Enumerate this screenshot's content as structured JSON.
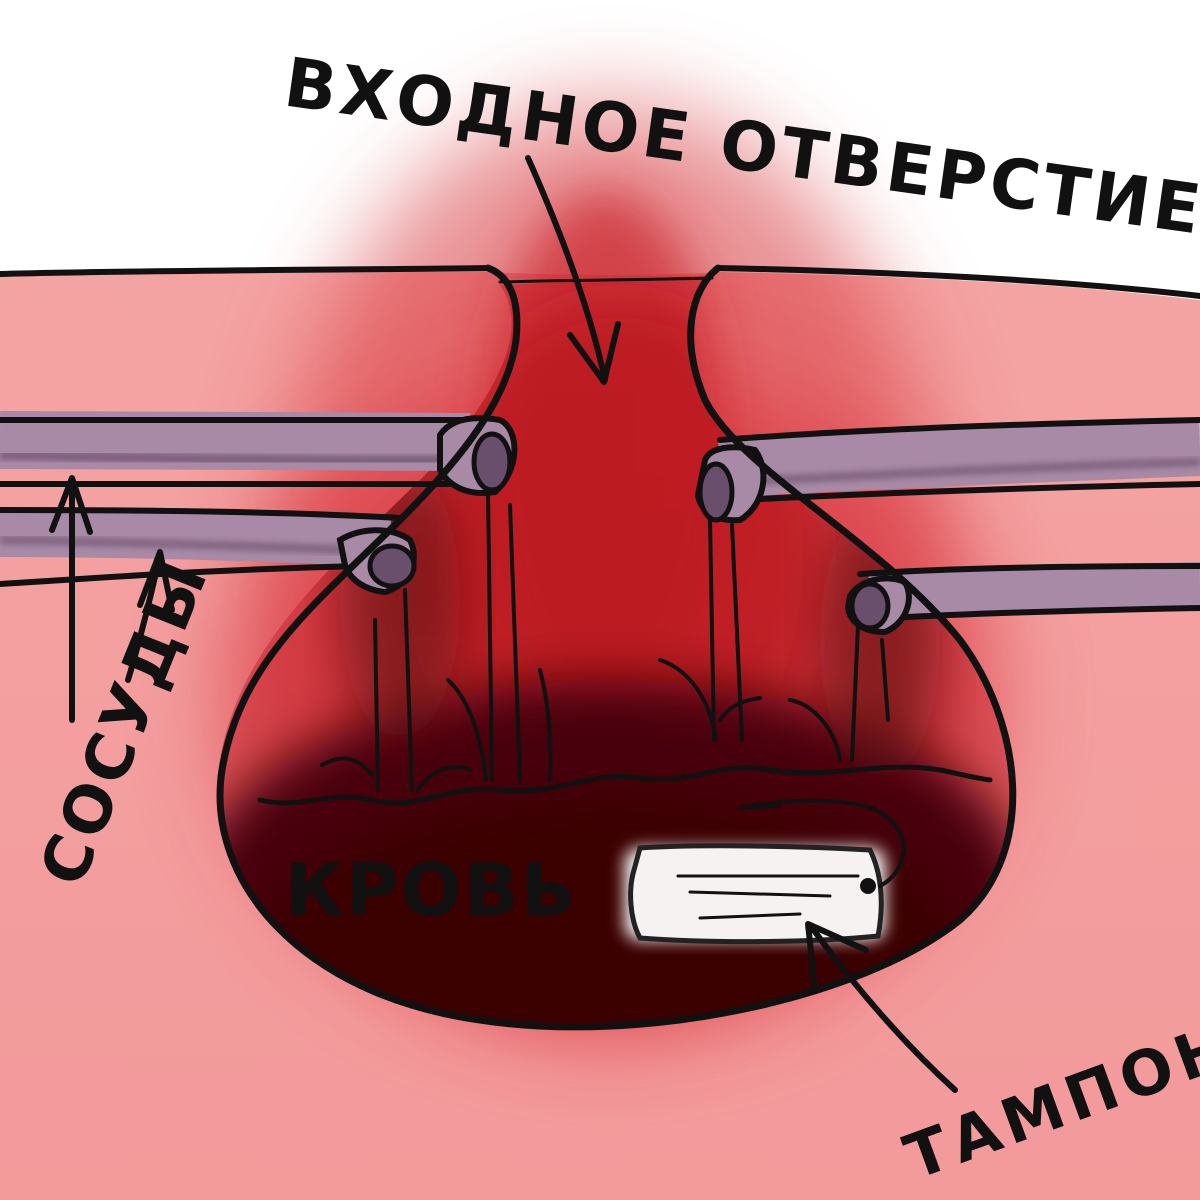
{
  "labels": {
    "entrance": "ВХОДНОЕ ОТВЕРСТИЕ",
    "vessels": "СОСУДЫ",
    "blood": "КРОВЬ",
    "tampon": "ТАМПОН"
  },
  "colors": {
    "background": "#ffffff",
    "tissue": "#f29a9b",
    "wound_red": "#cc2a33",
    "blood_dark": "#4a0608",
    "vessel": "#a88aa6",
    "vessel_dark": "#6a4f6c",
    "ink": "#111111",
    "tampon": "#ffffff"
  },
  "icons": {
    "vessel": "vessel-tube-icon",
    "tampon": "tampon-icon"
  }
}
